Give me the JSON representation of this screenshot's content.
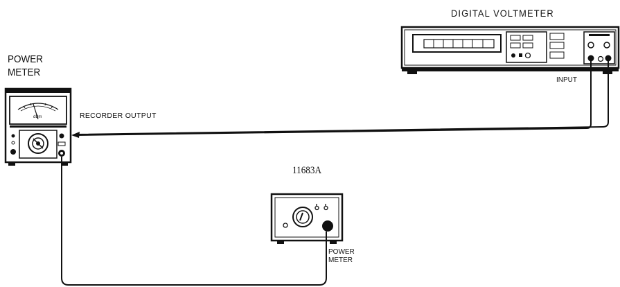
{
  "labels": {
    "digital_voltmeter": "DIGITAL VOLTMETER",
    "power_meter_line1": "POWER",
    "power_meter_line2": "METER",
    "input": "INPUT",
    "recorder_output": "RECORDER OUTPUT",
    "calibrator_model": "11683A",
    "calibrator_port_line1": "POWER",
    "calibrator_port_line2": "METER"
  },
  "meter_scale_text": "dBm"
}
